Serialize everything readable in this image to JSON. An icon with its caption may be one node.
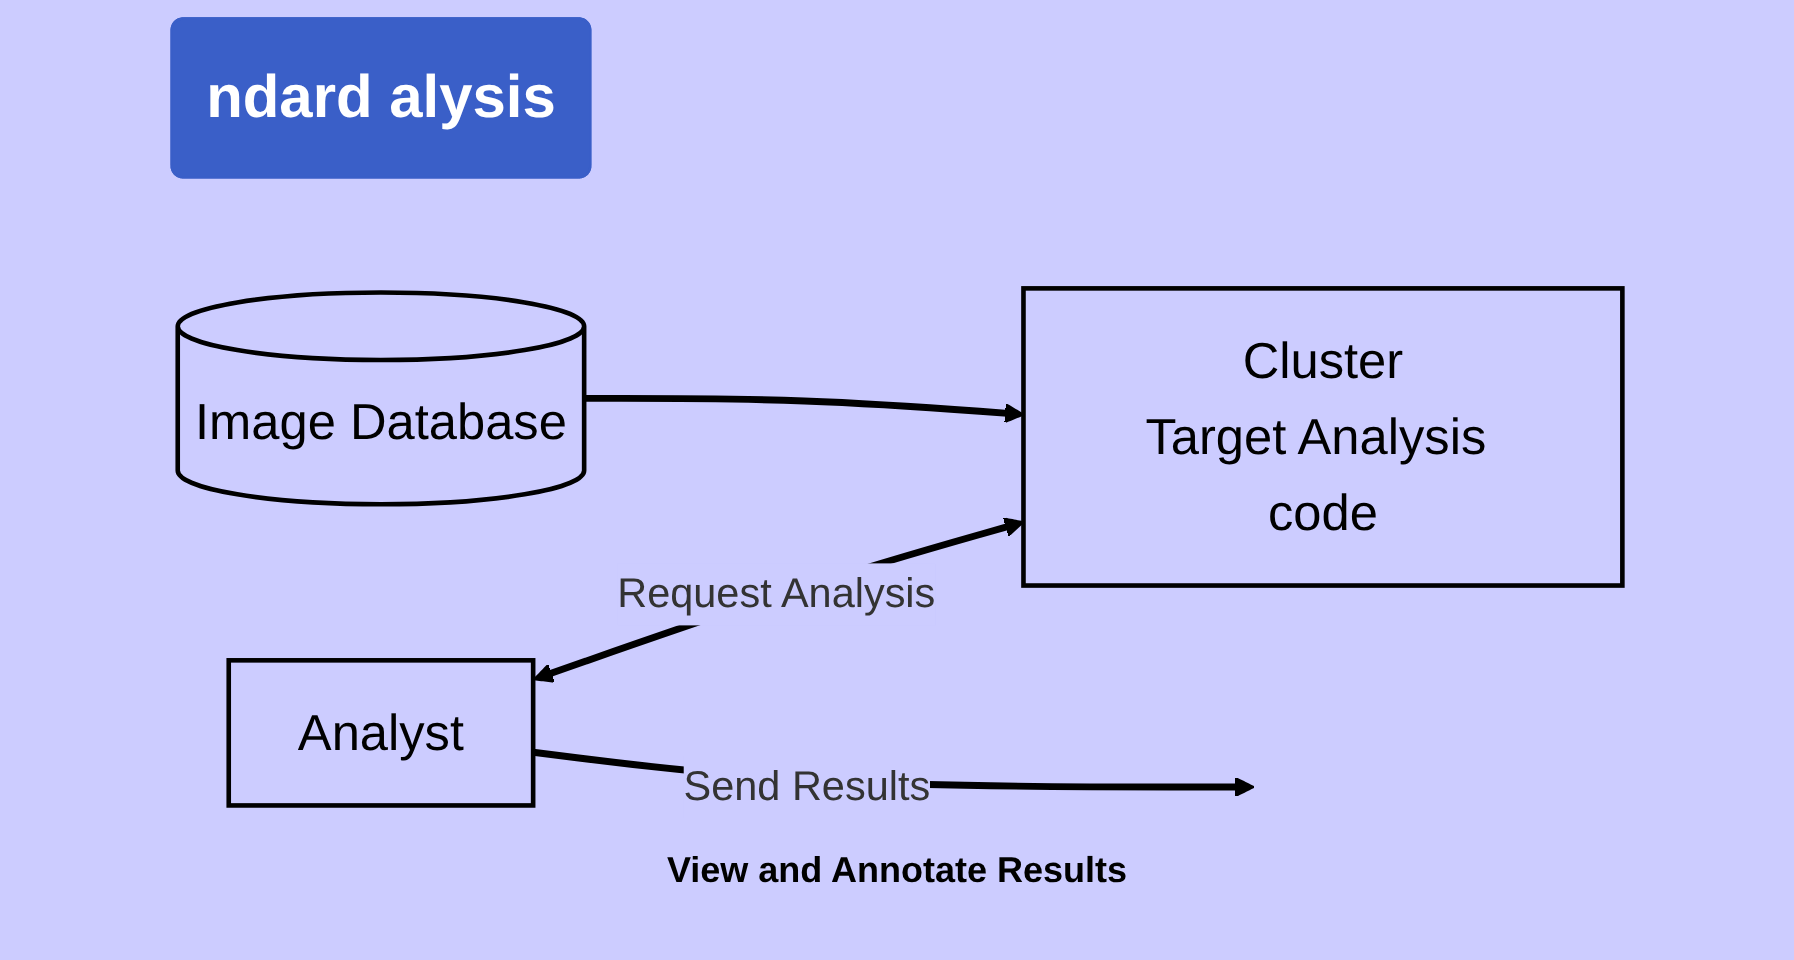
{
  "diagram": {
    "nodes": [
      {
        "text": [
          "ndard alysis"
        ]
      },
      {
        "text": [
          "Image Database"
        ]
      },
      {
        "text": [
          "Analyst"
        ]
      },
      {
        "text": [
          "Cluster",
          "Target Analysis code"
        ]
      }
    ],
    "edges": [
      {
        "from": 1,
        "to": 3,
        "arrow": "to"
      },
      {
        "from": 2,
        "to": 3,
        "arrow": "both",
        "label": "Request Analysis"
      },
      {
        "from": 2,
        "to": null,
        "arrow": "to",
        "label": "Send Results"
      }
    ],
    "labels": [
      "View and Annotate Results"
    ]
  }
}
